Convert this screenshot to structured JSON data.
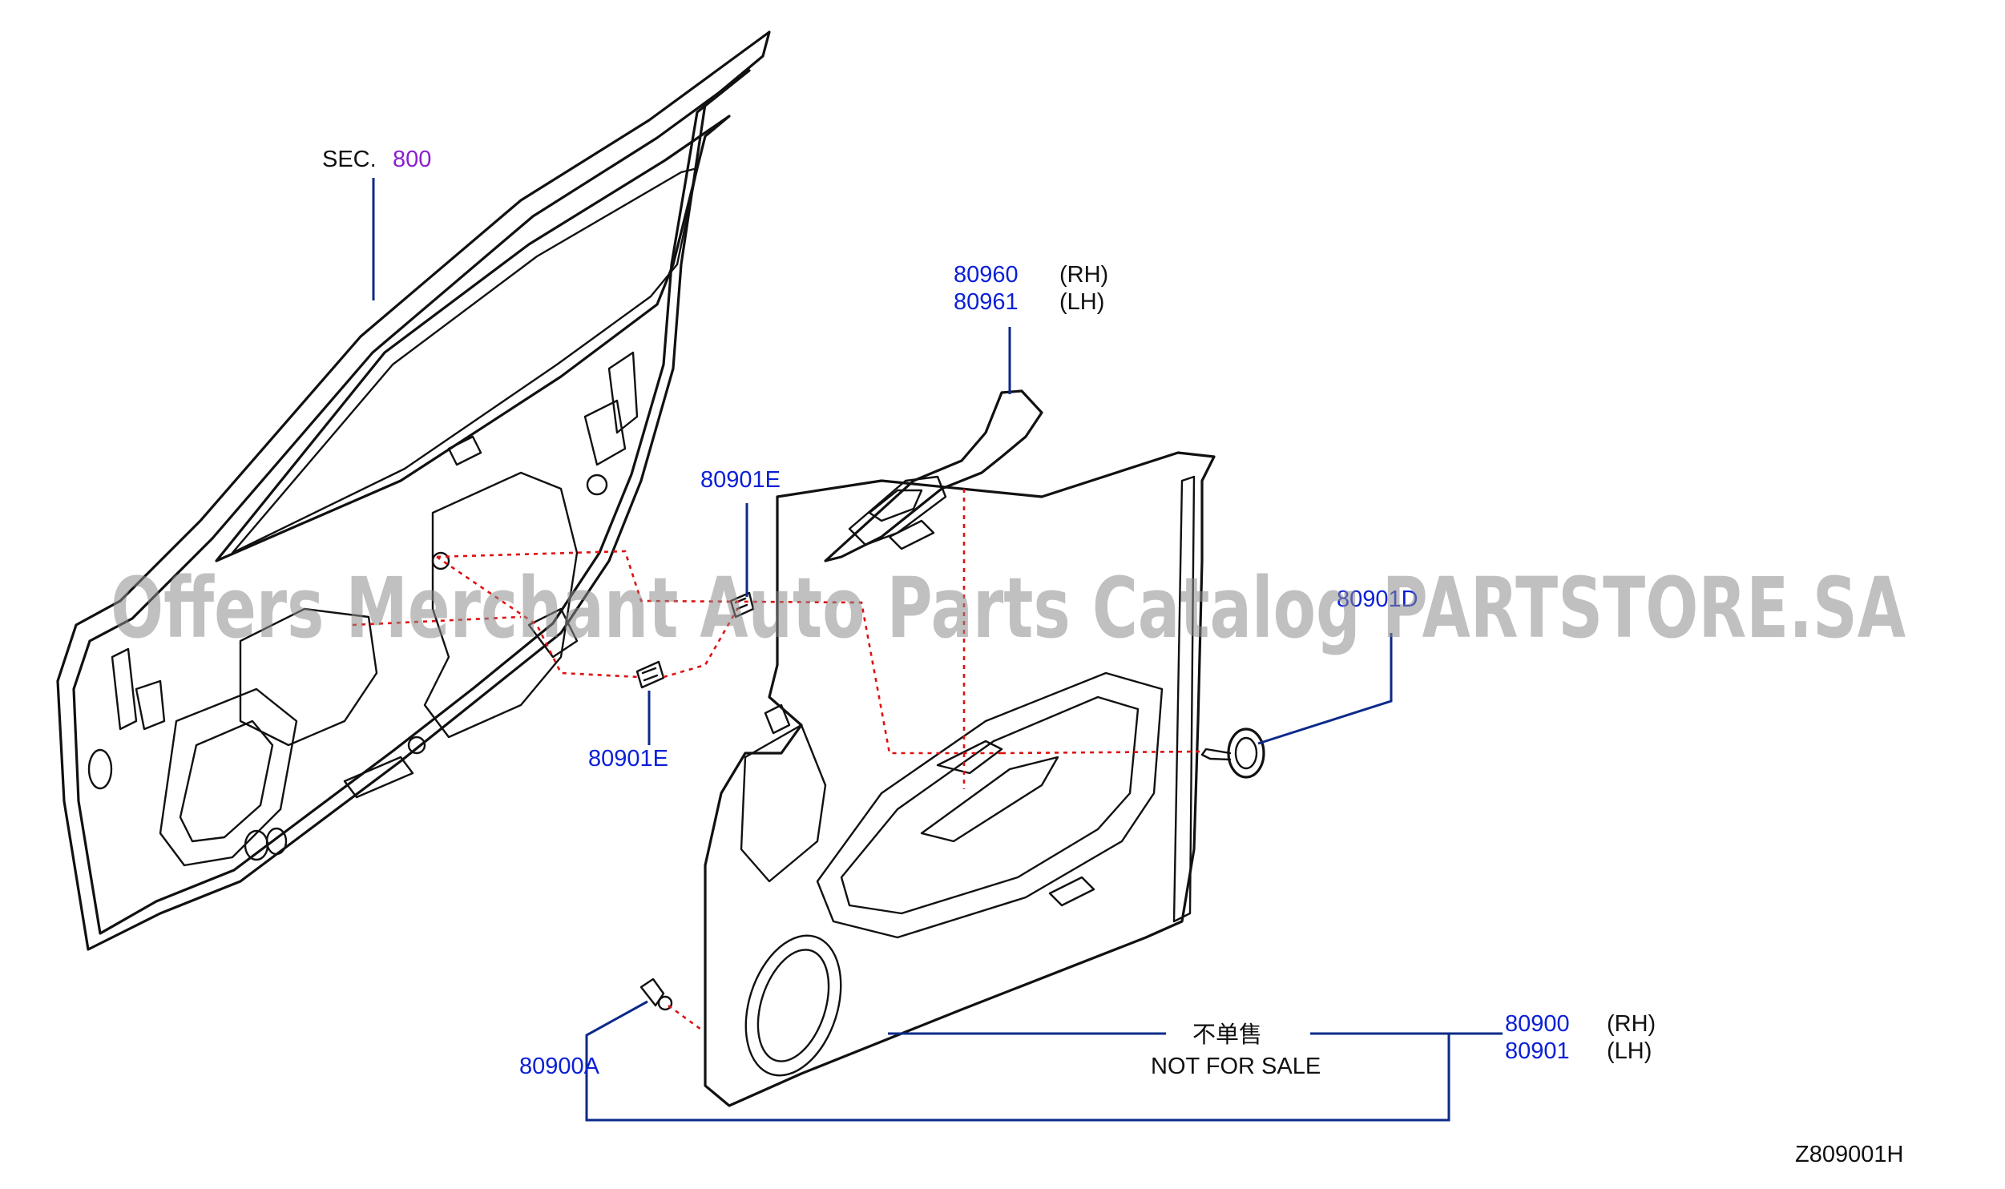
{
  "callouts": {
    "sec_prefix": "SEC.",
    "sec_number": "800",
    "grip_rh_part": "80960",
    "grip_rh_side": "(RH)",
    "grip_lh_part": "80961",
    "grip_lh_side": "(LH)",
    "clip_e_upper": "80901E",
    "clip_e_lower": "80901E",
    "screw_d": "80901D",
    "clip_a": "80900A",
    "trim_rh_part": "80900",
    "trim_rh_side": "(RH)",
    "trim_lh_part": "80901",
    "trim_lh_side": "(LH)",
    "not_for_sale_cn": "不单售",
    "not_for_sale_en": "NOT  FOR  SALE",
    "diagram_code": "Z809001H"
  },
  "watermark": "Offers Merchant Auto Parts Catalog PARTSTORE.SA",
  "colors": {
    "part_number": "#0a1fd6",
    "section_number": "#8a1fd0",
    "leader_line": "#0b2a8a",
    "dashed_guide": "#e01010",
    "watermark": "#8c8c8c"
  }
}
